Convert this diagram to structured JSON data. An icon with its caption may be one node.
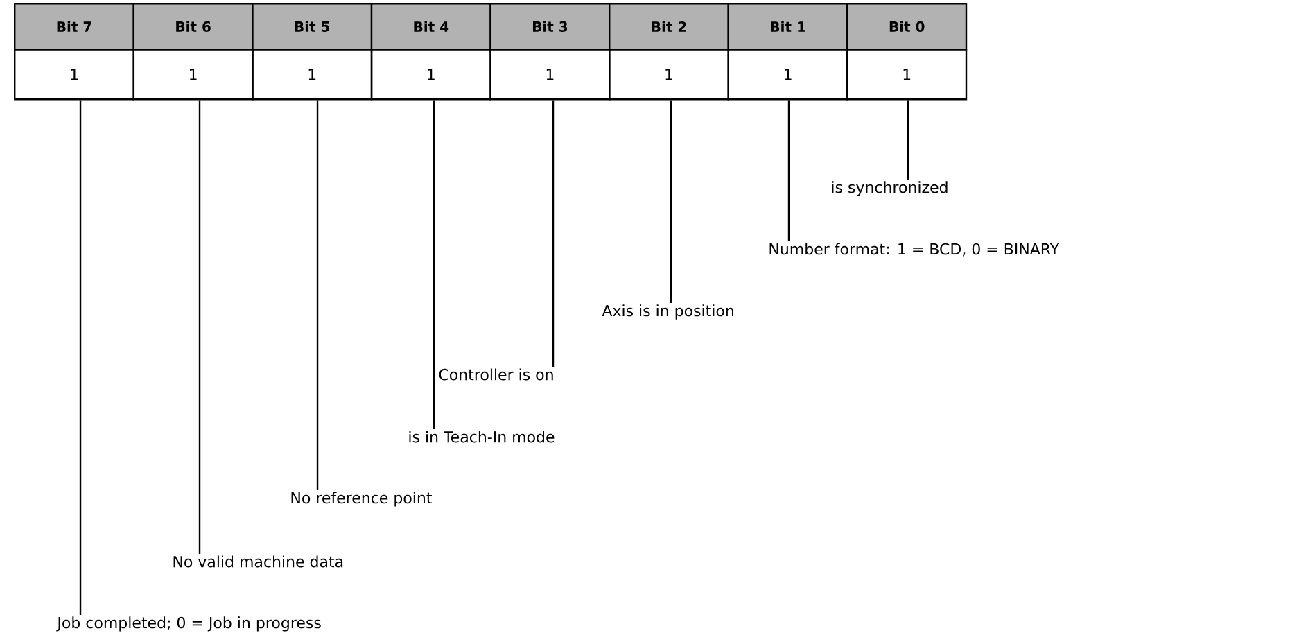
{
  "diagram": {
    "nodes": [
      {
        "text": [
          "1"
        ]
      },
      {
        "text": [
          "1"
        ]
      },
      {
        "text": [
          "1"
        ]
      },
      {
        "text": [
          "1"
        ]
      },
      {
        "text": [
          "1"
        ]
      },
      {
        "text": [
          "1"
        ]
      },
      {
        "text": [
          "1"
        ]
      },
      {
        "text": [
          "1"
        ]
      },
      {
        "text": [
          "Job completed; 0 = Job in progress"
        ]
      },
      {
        "text": [
          "No valid machine data"
        ]
      },
      {
        "text": [
          "No reference point"
        ]
      },
      {
        "text": [
          "is in Teach-In mode"
        ]
      },
      {
        "text": [
          "Controller is on"
        ]
      },
      {
        "text": [
          "Axis is in position"
        ]
      },
      {
        "text": [
          "Number format: 1 = BCD, 0 = BINARY"
        ]
      },
      {
        "text": [
          "is synchronized"
        ]
      }
    ],
    "edges": [
      {
        "from": 8,
        "to": 0,
        "arrow": "none"
      },
      {
        "from": 9,
        "to": 1,
        "arrow": "none"
      },
      {
        "from": 10,
        "to": 2,
        "arrow": "none"
      },
      {
        "from": 11,
        "to": 3,
        "arrow": "none"
      },
      {
        "from": 12,
        "to": 4,
        "arrow": "none"
      },
      {
        "from": 13,
        "to": 5,
        "arrow": "none"
      },
      {
        "from": 14,
        "to": 6,
        "arrow": "none"
      },
      {
        "from": 15,
        "to": 7,
        "arrow": "none"
      }
    ],
    "labels": [
      "Bit 7",
      "Bit 6",
      "Bit 5",
      "Bit 4",
      "Bit 3",
      "Bit 2",
      "Bit 1",
      "Bit 0"
    ]
  }
}
